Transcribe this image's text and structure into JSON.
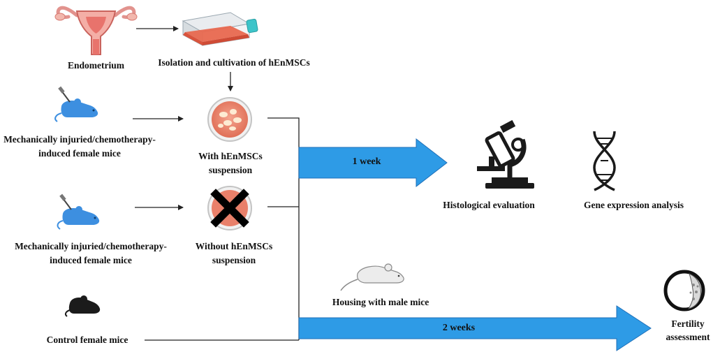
{
  "colors": {
    "arrow_fill": "#2e9be6",
    "arrow_stroke": "#1f6fb8",
    "mouse_blue": "#3d8fe0",
    "dish_red": "#e9806a",
    "line": "#222222"
  },
  "labels": {
    "endometrium": "Endometrium",
    "isolation": "Isolation and cultivation of hEnMSCs",
    "mice_treated_1": [
      "Mechanically injuried/chemotherapy-",
      "induced female mice"
    ],
    "with_suspension": [
      "With hEnMSCs",
      "suspension"
    ],
    "mice_treated_2": [
      "Mechanically  injuried/chemotherapy-",
      "induced female mice"
    ],
    "without_suspension": [
      "Without hEnMSCs",
      "suspension"
    ],
    "control": "Control female mice",
    "arrow_1": "1 week",
    "arrow_2": "2 weeks",
    "histological": "Histological  evaluation",
    "gene_expression": "Gene expression analysis",
    "housing": "Housing with male mice",
    "fertility": [
      "Fertility",
      "assessment"
    ]
  },
  "icons": [
    "uterus-icon",
    "culture-flask-icon",
    "injected-mouse-icon",
    "petri-dish-cells-icon",
    "petri-dish-crossed-icon",
    "control-mouse-icon",
    "microscope-icon",
    "dna-icon",
    "male-mouse-icon",
    "embryo-icon"
  ]
}
